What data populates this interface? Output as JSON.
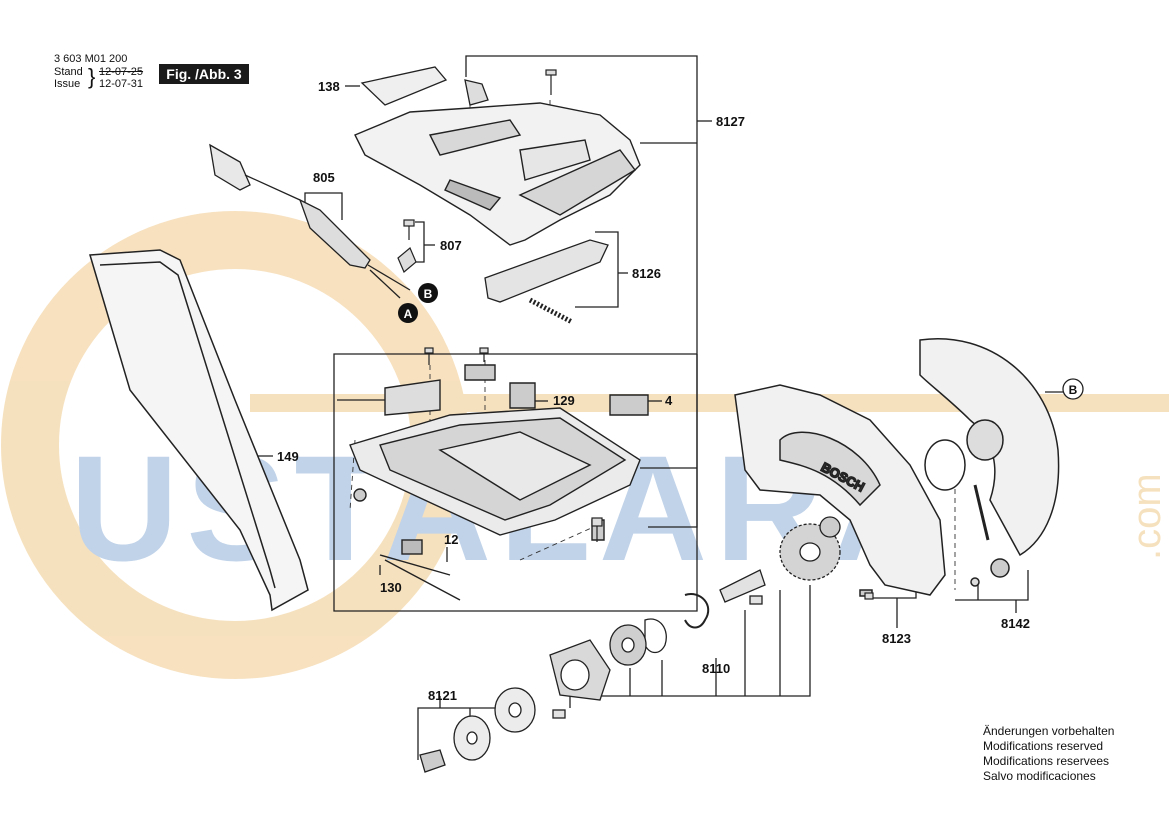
{
  "header": {
    "doc_number": "3 603 M01 200",
    "stand_label": "Stand",
    "issue_label": "Issue",
    "stand_date": "12-07-25",
    "issue_date": "12-07-31",
    "figure_label": "Fig. /Abb. 3"
  },
  "part_labels": {
    "p138": "138",
    "p8127": "8127",
    "p805": "805",
    "p807": "807",
    "p8126": "8126",
    "p149": "149",
    "p129": "129",
    "p4": "4",
    "p12": "12",
    "p130": "130",
    "p8123": "8123",
    "p8142": "8142",
    "p8110": "8110",
    "p8121": "8121"
  },
  "markers": {
    "a": "A",
    "b": "B",
    "b2": "B"
  },
  "brand_text": "BOSCH",
  "watermark": {
    "text": "USTALARA",
    "suffix": ".com",
    "color": "#8fb0d8",
    "ring_color": "#f0c98a"
  },
  "notes": [
    "Änderungen vorbehalten",
    "Modifications reserved",
    "Modifications reservees",
    "Salvo modificaciones"
  ]
}
